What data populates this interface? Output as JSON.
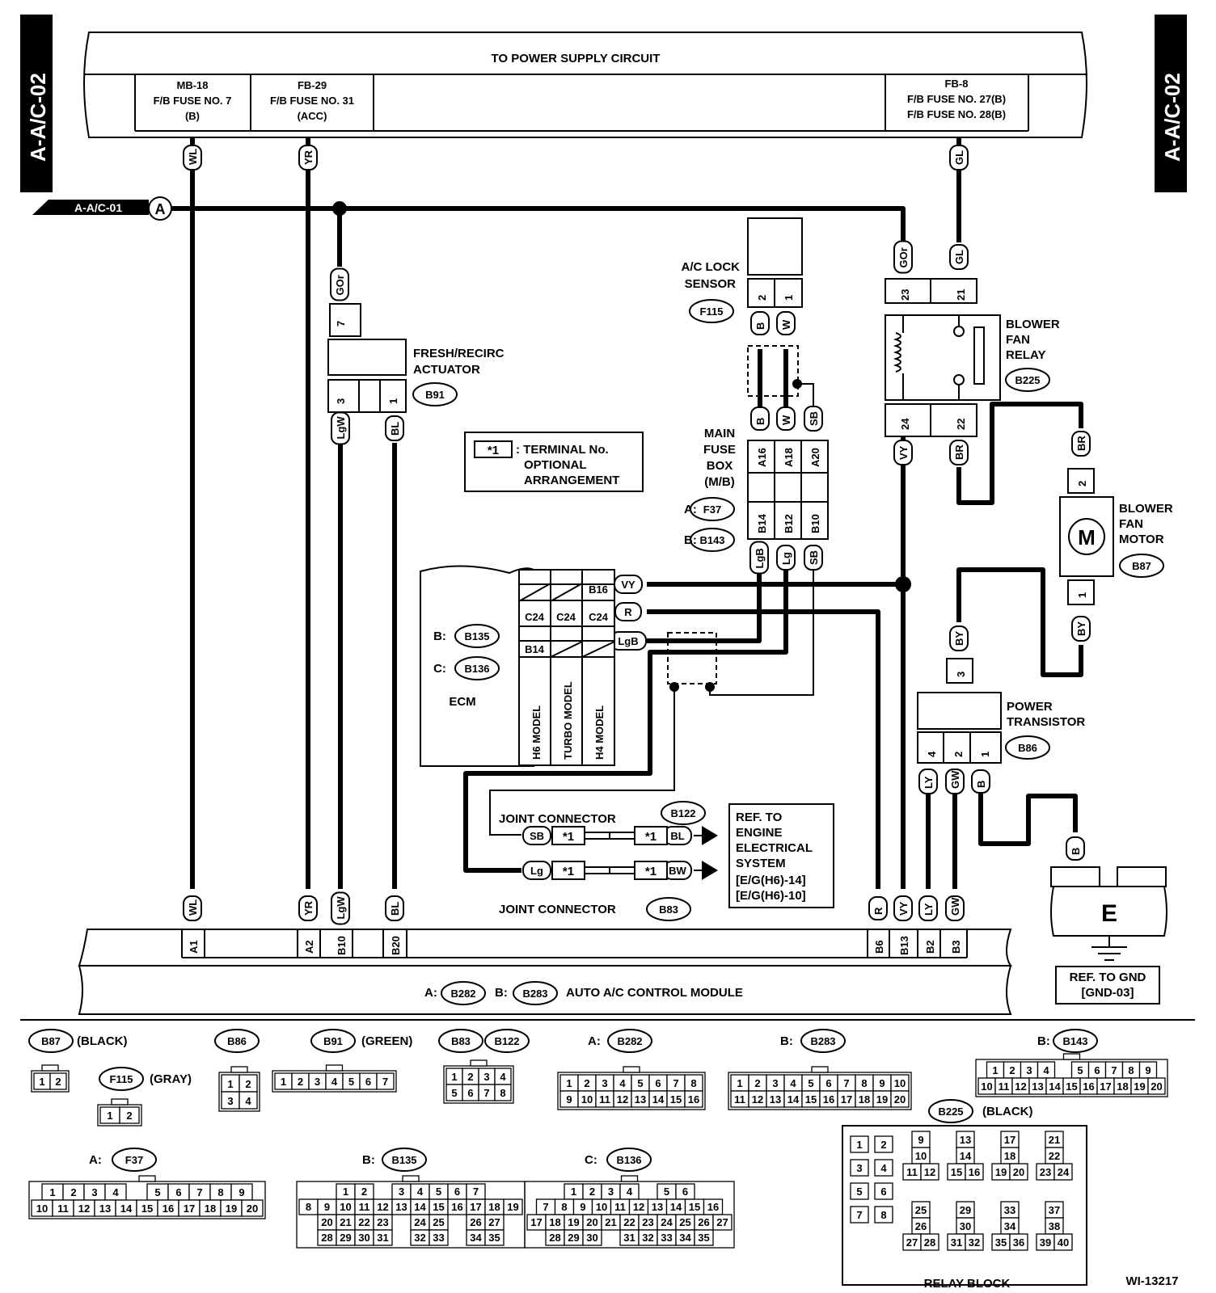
{
  "page_tag": "A-A/C-02",
  "offpage_ref": {
    "label": "A-A/C-01",
    "node": "A"
  },
  "power_supply": {
    "title": "TO POWER SUPPLY CIRCUIT",
    "fuses": [
      {
        "line1": "MB-18",
        "line2": "F/B FUSE NO. 7",
        "line3": "(B)"
      },
      {
        "line1": "FB-29",
        "line2": "F/B FUSE NO. 31",
        "line3": "(ACC)"
      },
      {
        "line1": "FB-8",
        "line2": "F/B FUSE NO. 27(B)",
        "line3": "F/B FUSE NO. 28(B)"
      }
    ]
  },
  "actuator": {
    "name_line1": "FRESH/RECIRC",
    "name_line2": "ACTUATOR",
    "connector": "B91",
    "pin_top": "7",
    "pin_left": "3",
    "pin_right": "1"
  },
  "note": {
    "key": "*1",
    "line1": ": TERMINAL No.",
    "line2": "OPTIONAL",
    "line3": "ARRANGEMENT"
  },
  "lock_sensor": {
    "name_line1": "A/C LOCK",
    "name_line2": "SENSOR",
    "connector": "F115",
    "pin_a": "2",
    "pin_b": "1"
  },
  "fuse_box": {
    "name_line1": "MAIN",
    "name_line2": "FUSE",
    "name_line3": "BOX",
    "name_line4": "(M/B)",
    "pins_top": [
      "A16",
      "A18",
      "A20"
    ],
    "pins_bottom": [
      "B14",
      "B12",
      "B10"
    ]
  },
  "ecm": {
    "name": "ECM",
    "prefix_b": "B:",
    "prefix_c": "C:",
    "pins": {
      "b16": "B16",
      "c24": "C24",
      "b14": "B14"
    },
    "models": [
      "H6 MODEL",
      "TURBO MODEL",
      "H4 MODEL"
    ]
  },
  "relay": {
    "name_line1": "BLOWER",
    "name_line2": "FAN",
    "name_line3": "RELAY",
    "connector": "B225",
    "pins": [
      "23",
      "21",
      "24",
      "22"
    ]
  },
  "motor": {
    "name_line1": "BLOWER",
    "name_line2": "FAN",
    "name_line3": "MOTOR",
    "connector": "B87",
    "symbol": "M",
    "pins": [
      "2",
      "1"
    ]
  },
  "transistor": {
    "name_line1": "POWER",
    "name_line2": "TRANSISTOR",
    "connector": "B86",
    "pin_top": "3",
    "pins": [
      "4",
      "2",
      "1"
    ]
  },
  "ground": {
    "symbol": "E",
    "ref_line1": "REF. TO GND",
    "ref_line2": "[GND-03]"
  },
  "joint": {
    "key": "*1",
    "label_top": "JOINT CONNECTOR",
    "label_bottom": "JOINT CONNECTOR",
    "top_connector": "B122",
    "bottom_connector": "B83"
  },
  "ref_engine": [
    "REF. TO",
    "ENGINE",
    "ELECTRICAL",
    "SYSTEM",
    "[E/G(H6)-14]",
    "[E/G(H6)-10]"
  ],
  "module": {
    "prefix_a": "A:",
    "prefix_b": "B:",
    "name": "AUTO A/C CONTROL MODULE",
    "pins": [
      "A1",
      "A2",
      "B10",
      "B20",
      "B6",
      "B13",
      "B2",
      "B3"
    ]
  },
  "wire_labels": {
    "wl": "WL",
    "yr": "YR",
    "gor": "GOr",
    "lgw": "LgW",
    "bl": "BL",
    "gl": "GL",
    "b": "B",
    "w": "W",
    "sb": "SB",
    "lgb": "LgB",
    "lg": "Lg",
    "vy": "VY",
    "br": "BR",
    "by": "BY",
    "ly": "LY",
    "gw": "GW",
    "r": "R",
    "bw": "BW"
  },
  "connectors": {
    "b91": "B91",
    "f115": "F115",
    "f37": "F37",
    "b143": "B143",
    "b135": "B135",
    "b136": "B136",
    "b225": "B225",
    "b87": "B87",
    "b86": "B86",
    "b122": "B122",
    "b83": "B83",
    "b282": "B282",
    "b283": "B283"
  },
  "connector_notes": {
    "b87": "(BLACK)",
    "f115": "(GRAY)",
    "b91": "(GREEN)",
    "b225": "(BLACK)",
    "prefix_a": "A:",
    "prefix_b": "B:",
    "prefix_c": "C:",
    "prefix_a_short": "A:",
    "prefix_b_short": "B:"
  },
  "faces": {
    "b87": [
      [
        "1",
        "2"
      ]
    ],
    "f115": [
      [
        "1",
        "2"
      ]
    ],
    "b86": [
      [
        "1",
        "2"
      ],
      [
        "3",
        "4"
      ]
    ],
    "b91": [
      [
        "1",
        "2",
        "3",
        "4",
        "5",
        "6",
        "7"
      ]
    ],
    "b83": [
      [
        "1",
        "2",
        "3",
        "4"
      ],
      [
        "5",
        "6",
        "7",
        "8"
      ]
    ],
    "b282": [
      [
        "1",
        "2",
        "3",
        "4",
        "5",
        "6",
        "7",
        "8"
      ],
      [
        "9",
        "10",
        "11",
        "12",
        "13",
        "14",
        "15",
        "16"
      ]
    ],
    "b283": [
      [
        "1",
        "2",
        "3",
        "4",
        "5",
        "6",
        "7",
        "8",
        "9",
        "10"
      ],
      [
        "11",
        "12",
        "13",
        "14",
        "15",
        "16",
        "17",
        "18",
        "19",
        "20"
      ]
    ],
    "b143": [
      [
        "1",
        "2",
        "3",
        "4",
        "",
        "5",
        "6",
        "7",
        "8",
        "9"
      ],
      [
        "10",
        "11",
        "12",
        "13",
        "14",
        "15",
        "16",
        "17",
        "18",
        "19",
        "20"
      ]
    ],
    "f37": [
      [
        "1",
        "2",
        "3",
        "4",
        "",
        "5",
        "6",
        "7",
        "8",
        "9"
      ],
      [
        "10",
        "11",
        "12",
        "13",
        "14",
        "15",
        "16",
        "17",
        "18",
        "19",
        "20"
      ]
    ],
    "b135": [
      [
        "1",
        "2",
        "",
        "3",
        "4",
        "5",
        "6",
        "7"
      ],
      [
        "8",
        "9",
        "10",
        "11",
        "12",
        "13",
        "14",
        "15",
        "16",
        "17",
        "18",
        "19"
      ],
      [
        "20",
        "21",
        "22",
        "23",
        "",
        "24",
        "25",
        "",
        "26",
        "27"
      ],
      [
        "28",
        "29",
        "30",
        "31",
        "",
        "32",
        "33",
        "",
        "34",
        "35"
      ]
    ],
    "b136": [
      [
        "1",
        "2",
        "3",
        "4",
        "",
        "5",
        "6"
      ],
      [
        "7",
        "8",
        "9",
        "10",
        "11",
        "12",
        "13",
        "14",
        "15",
        "16"
      ],
      [
        "17",
        "18",
        "19",
        "20",
        "21",
        "22",
        "23",
        "24",
        "25",
        "26",
        "27"
      ],
      [
        "28",
        "29",
        "30",
        "",
        "31",
        "32",
        "33",
        "34",
        "35"
      ]
    ]
  },
  "relay_block": {
    "label": "RELAY BLOCK",
    "cells": [
      "1",
      "2",
      "3",
      "4",
      "5",
      "6",
      "7",
      "8",
      "9",
      "10",
      "11",
      "12",
      "13",
      "14",
      "15",
      "16",
      "17",
      "18",
      "19",
      "20",
      "21",
      "22",
      "23",
      "24",
      "25",
      "26",
      "27",
      "28",
      "29",
      "30",
      "31",
      "32",
      "33",
      "34",
      "35",
      "36",
      "37",
      "38",
      "39",
      "40"
    ]
  },
  "figure_id": "WI-13217"
}
